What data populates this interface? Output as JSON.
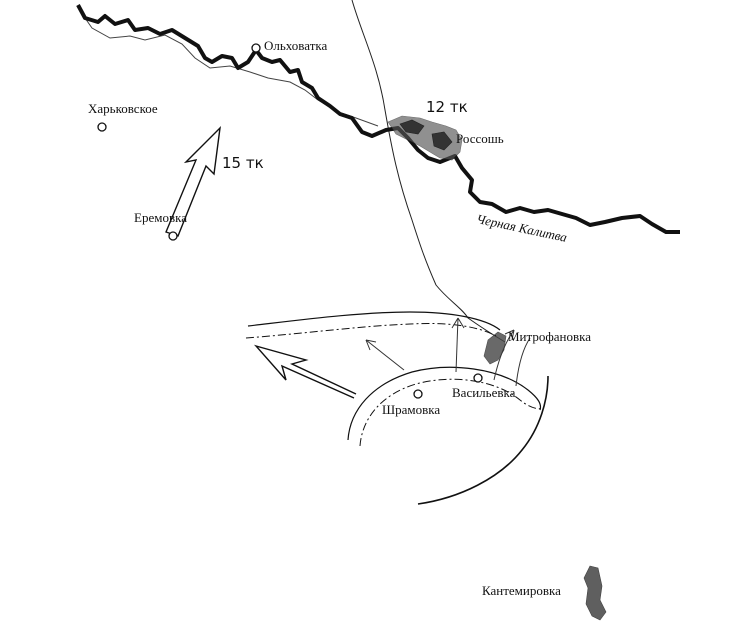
{
  "places": {
    "olkhovatka": "Ольховатка",
    "kharkovskoe": "Харьковское",
    "eremovka": "Еремовка",
    "rossosh": "Россошь",
    "mitrofanovka": "Митрофановка",
    "vasilevka": "Васильевка",
    "shramovka": "Шрамовка",
    "kantemirovka": "Кантемировка"
  },
  "units": {
    "tk12": "12 тк",
    "tk15": "15 тк"
  },
  "rivers": {
    "chernaya_kalitva": "Черная Калитва"
  },
  "colors": {
    "ink": "#111111",
    "paper": "#ffffff"
  }
}
